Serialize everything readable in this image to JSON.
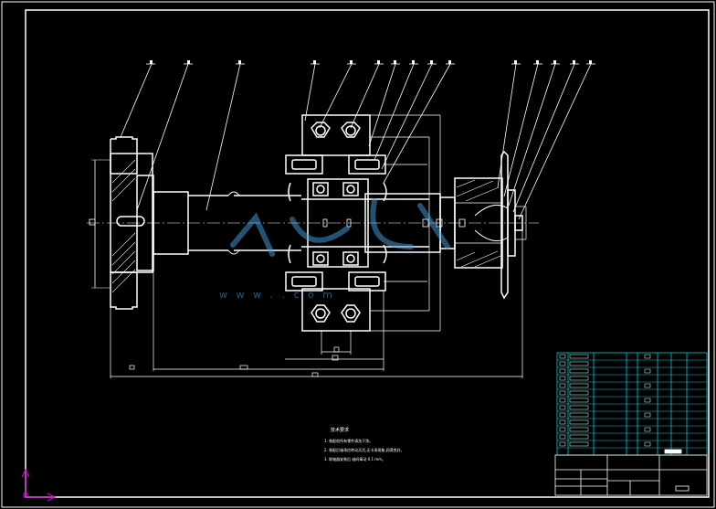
{
  "drawing": {
    "background": "#000000",
    "line_color": "#ffffff",
    "table_color": "#00c8d8",
    "axis_color": "#e000e0",
    "watermark_text": "w w w . . c o m",
    "notes_title": "技术要求",
    "notes": [
      "1. 装配前所有零件清洗干净。",
      "2. 装配后轴承应转动灵活,无卡滞现象,润滑良好。",
      "3. 联轴器安装后 轴向窜动 0.1 mm。"
    ]
  }
}
